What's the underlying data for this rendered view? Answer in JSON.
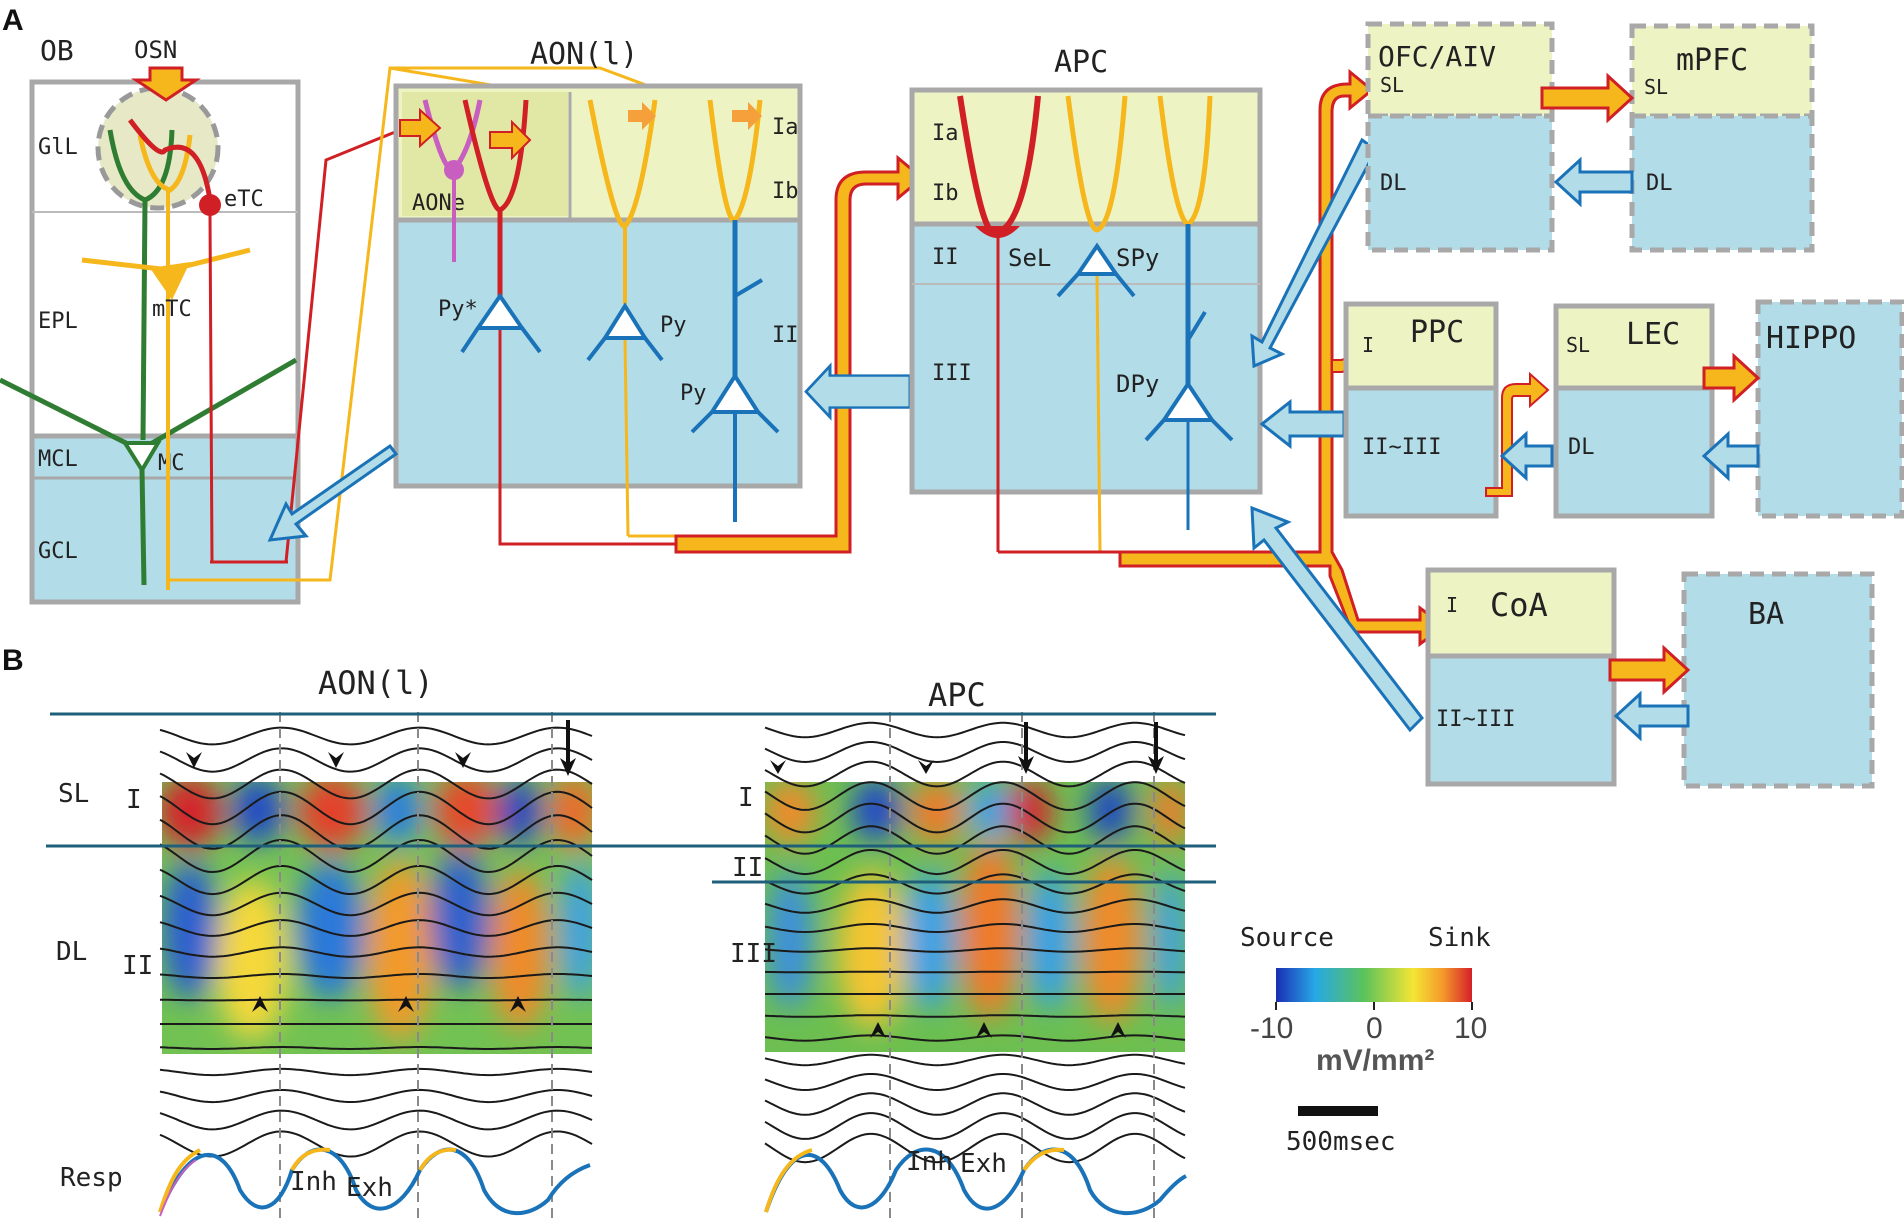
{
  "panels": {
    "a": "A",
    "b": "B"
  },
  "ob": {
    "title": "OB",
    "osn": "OSN",
    "layers": [
      "GlL",
      "EPL",
      "MCL",
      "GCL"
    ],
    "cells": {
      "etc": "eTC",
      "mtc": "mTC",
      "mc": "MC"
    }
  },
  "aon": {
    "title": "AON(l)",
    "aone": "AONe",
    "layers": {
      "ia": "Ia",
      "ib": "Ib",
      "ii": "II"
    },
    "cells": {
      "pystar": "Py*",
      "py1": "Py",
      "py2": "Py"
    }
  },
  "apc": {
    "title": "APC",
    "layers": {
      "ia": "Ia",
      "ib": "Ib",
      "ii": "II",
      "iii": "III"
    },
    "cells": {
      "sel": "SeL",
      "spy": "SPy",
      "dpy": "DPy"
    }
  },
  "targets": {
    "ofc": {
      "title": "OFC/AIV",
      "sl": "SL",
      "dl": "DL"
    },
    "mpfc": {
      "title": "mPFC",
      "sl": "SL",
      "dl": "DL"
    },
    "ppc": {
      "title": "PPC",
      "sl": "I",
      "dl": "II~III"
    },
    "lec": {
      "title": "LEC",
      "sl": "SL",
      "dl": "DL"
    },
    "hippo": {
      "title": "HIPPO"
    },
    "coa": {
      "title": "CoA",
      "sl": "I",
      "dl": "II~III"
    },
    "ba": {
      "title": "BA"
    }
  },
  "panel_b": {
    "aon_title": "AON(l)",
    "apc_title": "APC",
    "left_labels": {
      "sl": "SL",
      "i": "I",
      "dl": "DL",
      "ii": "II"
    },
    "apc_labels": {
      "i": "I",
      "ii": "II",
      "iii": "III"
    },
    "resp": "Resp",
    "inh": "Inh",
    "exh": "Exh",
    "inh2": "Inh",
    "exh2": "Exh",
    "colorbar": {
      "source": "Source",
      "sink": "Sink",
      "min": "-10",
      "mid": "0",
      "max": "10",
      "unit": "mV/mm²"
    },
    "scalebar": "500msec"
  },
  "colors": {
    "sl": "#eef3c3",
    "dl": "#b2dce8",
    "frame": "#a8a8a8",
    "red": "#d01f25",
    "orange": "#f6b71c",
    "blue": "#1a73b8",
    "green": "#2f7d32",
    "magenta": "#c75ec0"
  }
}
